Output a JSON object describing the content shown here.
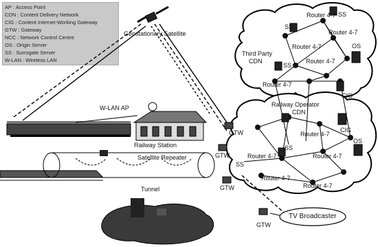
{
  "legend": [
    "AP : Access Point",
    "CDN : Content Delivery Network",
    "CIG : Content Internet-Working Gateway",
    "GTW : Gateway",
    "NCC : Network Control Centre",
    "OS : Origin Server",
    "SS : Surrogate Server",
    "W-LAN : Wireless LAN"
  ],
  "labels": {
    "satellite": "Geostationary Satellite",
    "wlan_ap": "W-LAN AP",
    "railway_station": "Railway Station",
    "satellite_repeater": "Satellite Repeater",
    "tunnel": "Tunnel",
    "third_party_cdn_1": "Third Party",
    "third_party_cdn_2": "CDN",
    "railway_cdn_1": "Railway Operator",
    "railway_cdn_2": "CDN",
    "tv_broadcaster": "TV Broadcaster",
    "router": "Router 4-7",
    "ss": "SS",
    "os": "OS",
    "cig": "CIG",
    "gtw": "GTW"
  }
}
